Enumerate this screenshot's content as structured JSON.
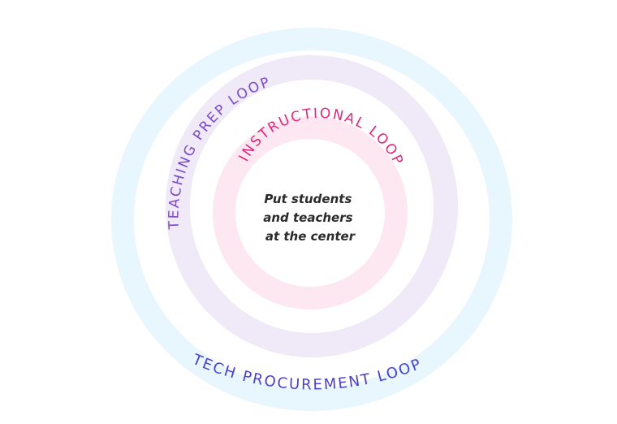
{
  "diagram": {
    "outer_loop": {
      "label": "TECH PROCUREMENT LOOP",
      "ring_color": "#e8f6fd",
      "text_color": "#4b3fd0"
    },
    "middle_loop": {
      "label": "TEACHING PREP LOOP",
      "ring_color": "#efe9f8",
      "text_color": "#7b4bc9"
    },
    "inner_loop": {
      "label": "INSTRUCTIONAL LOOP",
      "ring_color": "#fde7f1",
      "text_color": "#e2277a"
    },
    "center": {
      "lines": [
        "Put students",
        "and teachers",
        "at the center"
      ]
    }
  }
}
